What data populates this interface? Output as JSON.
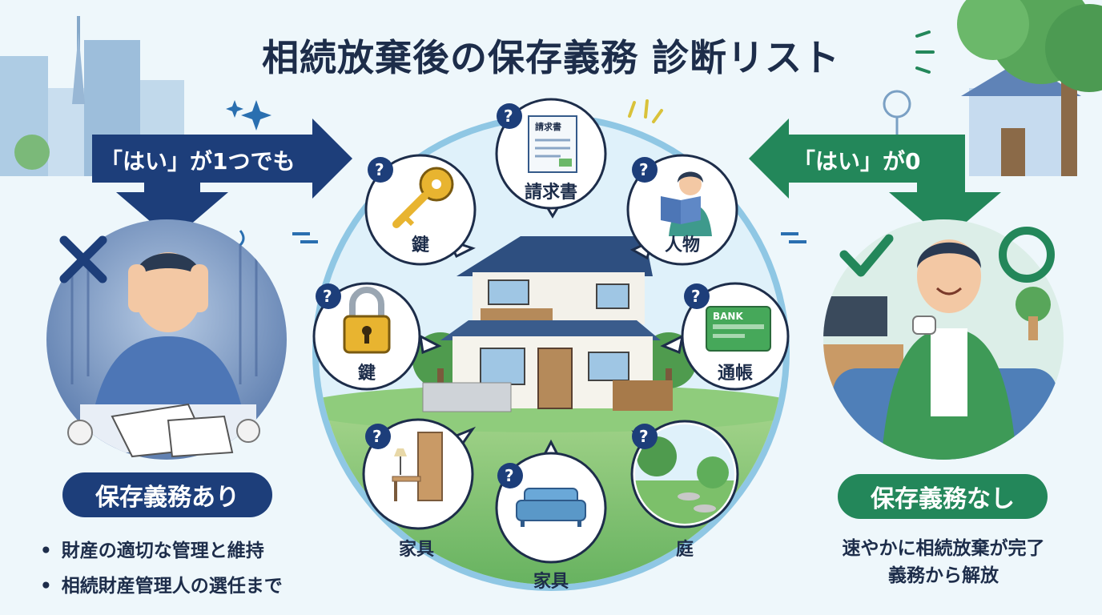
{
  "title": "相続放棄後の保存義務 診断リスト",
  "left_arrow": {
    "label": "「はい」が1つでも"
  },
  "right_arrow": {
    "label": "「はい」が0"
  },
  "result_yes": {
    "badge": "保存義務あり",
    "points": [
      "財産の適切な管理と維持",
      "相続財産管理人の選任まで"
    ]
  },
  "result_no": {
    "badge": "保存義務なし",
    "lines": [
      "速やかに相続放棄が完了",
      "義務から解放"
    ]
  },
  "checklist_items": [
    {
      "label": "鍵",
      "icon": "key-icon"
    },
    {
      "label": "請求書",
      "icon": "invoice-icon"
    },
    {
      "label": "人物",
      "icon": "person-reading-icon"
    },
    {
      "label": "鍵",
      "icon": "padlock-icon"
    },
    {
      "label": "通帳",
      "icon": "bankbook-icon"
    },
    {
      "label": "家具",
      "icon": "desk-cabinet-icon"
    },
    {
      "label": "家具",
      "icon": "sofa-icon"
    },
    {
      "label": "庭",
      "icon": "garden-icon"
    }
  ],
  "invoice_doc_text": "請求書",
  "bankbook_text": "BANK",
  "question_mark": "?",
  "colors": {
    "navy": "#1d3e7a",
    "green": "#23875a",
    "ink": "#1d2d4a",
    "sky": "#cfe8f3"
  }
}
